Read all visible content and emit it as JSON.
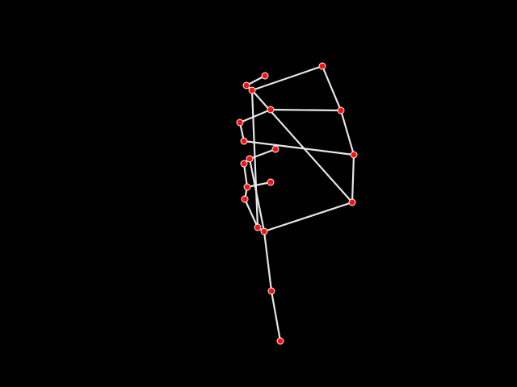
{
  "scene": {
    "background_color": "#000000",
    "bone_color": "#e6e6e6",
    "joint_fill_color": "#ff1010",
    "joint_outline_color": "#ffffff"
  },
  "skeleton": {
    "joints": [
      "j0",
      "j1",
      "j2",
      "j3",
      "j4",
      "j5",
      "j6",
      "j7",
      "j8",
      "j9",
      "j10",
      "j11",
      "j12",
      "j13",
      "j14",
      "j15",
      "j16",
      "j17",
      "j18",
      "j19",
      "j20",
      "j21",
      "j22"
    ],
    "bones": [
      [
        "j1",
        "j0"
      ],
      [
        "j1",
        "j2"
      ],
      [
        "j2",
        "j3"
      ],
      [
        "j3",
        "j4"
      ],
      [
        "j4",
        "j5"
      ],
      [
        "j5",
        "j6"
      ],
      [
        "j2",
        "j12"
      ],
      [
        "j12",
        "j8"
      ],
      [
        "j7",
        "j8"
      ],
      [
        "j8",
        "j9"
      ],
      [
        "j9",
        "j10"
      ],
      [
        "j10",
        "j11"
      ],
      [
        "j11",
        "j13"
      ],
      [
        "j13",
        "j14"
      ],
      [
        "j13",
        "j15"
      ],
      [
        "j15",
        "j16"
      ],
      [
        "j16",
        "j17"
      ],
      [
        "j17",
        "j18"
      ],
      [
        "j18",
        "j19"
      ],
      [
        "j19",
        "j20"
      ],
      [
        "j20",
        "j21"
      ],
      [
        "j21",
        "j22"
      ],
      [
        "j2",
        "j20"
      ],
      [
        "j12",
        "j4"
      ],
      [
        "j15",
        "j5"
      ]
    ]
  }
}
